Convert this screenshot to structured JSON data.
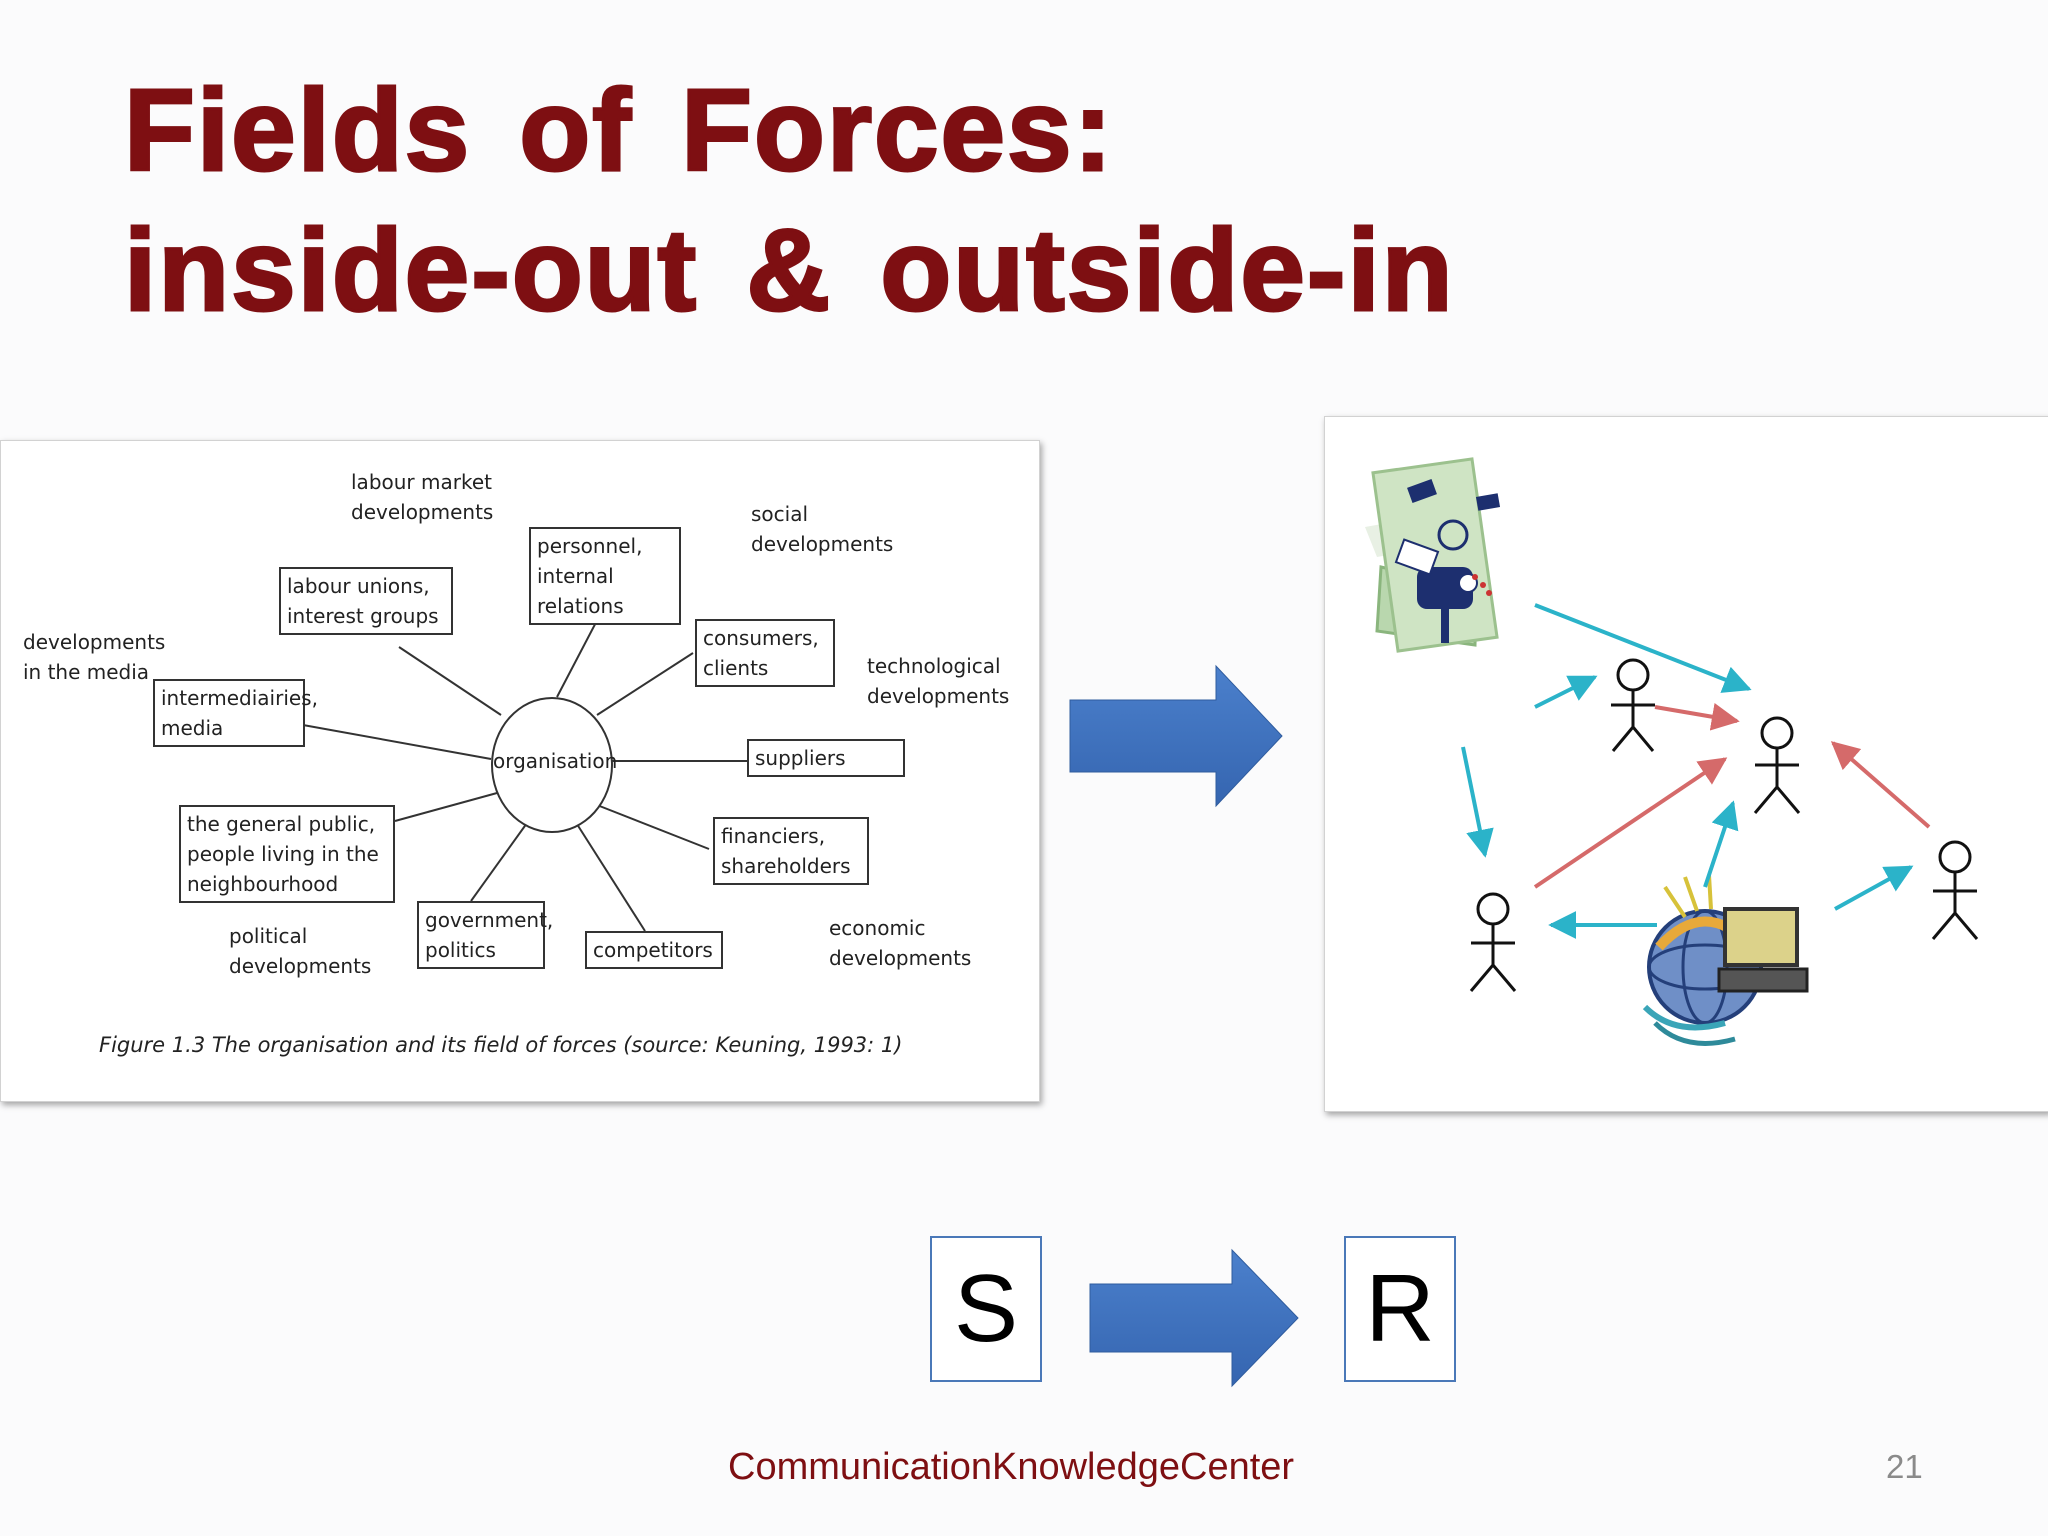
{
  "slide": {
    "title_line1": "Fields of Forces:",
    "title_line2": "inside-out & outside-in",
    "footer": "CommunicationKnowledgeCenter",
    "page_number": "21"
  },
  "figure": {
    "center": "organisation",
    "boxes": {
      "personnel": "personnel,\ninternal relations",
      "labour_unions": "labour unions,\ninterest groups",
      "intermediaries": "intermediairies,\nmedia",
      "general_public": "the general public,\npeople living in the\nneighbourhood",
      "government": "government,\npolitics",
      "competitors": "competitors",
      "consumers": "consumers,\nclients",
      "suppliers": "suppliers",
      "financiers": "financiers,\nshareholders"
    },
    "labels": {
      "labour_market": "labour market\ndevelopments",
      "social": "social\ndevelopments",
      "media_dev": "developments\nin the media",
      "technological": "technological\ndevelopments",
      "political": "political\ndevelopments",
      "economic": "economic\ndevelopments"
    },
    "caption": "Figure 1.3 The organisation and its field of forces (source: Keuning, 1993: 1)"
  },
  "sr": {
    "s": "S",
    "r": "R"
  },
  "colors": {
    "title": "#7e0f12",
    "arrow_blue": "#3f73c0",
    "cyan_arrow": "#2bb3c9",
    "red_arrow": "#d56a6a",
    "box_border": "#4a78b8"
  },
  "icons": [
    "mailbox-clipart-icon",
    "globe-computer-clipart-icon",
    "stick-figure-icon",
    "right-arrow-icon"
  ]
}
